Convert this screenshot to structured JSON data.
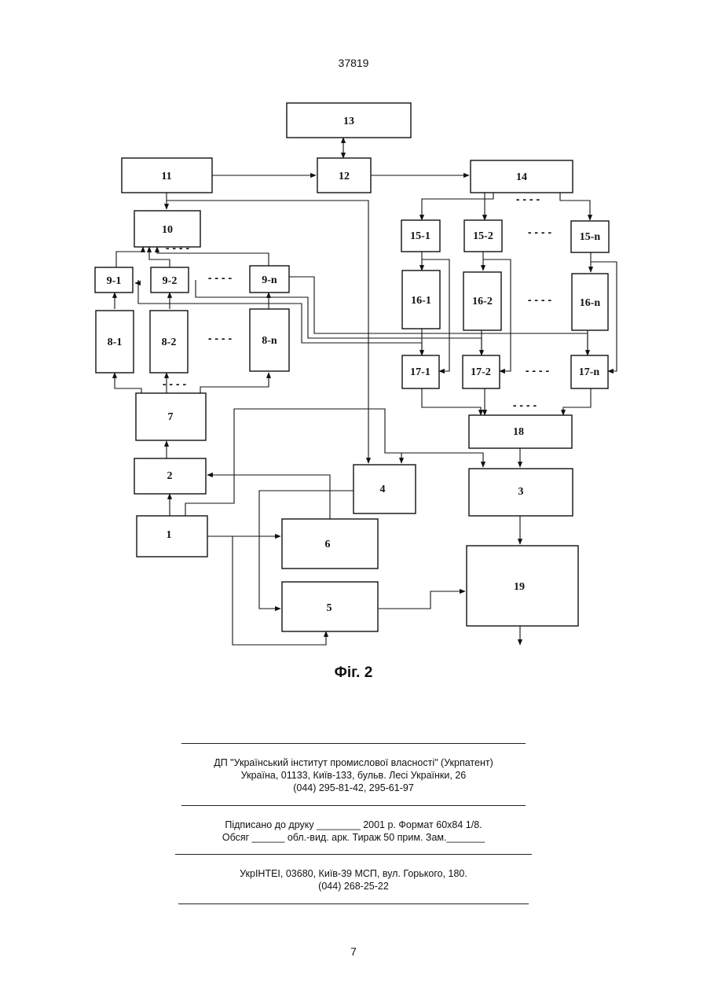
{
  "page": {
    "doc_number": "37819",
    "page_number": "7"
  },
  "figure": {
    "caption": "Фіг. 2",
    "blocks": {
      "b1": "1",
      "b2": "2",
      "b3": "3",
      "b4": "4",
      "b5": "5",
      "b6": "6",
      "b7": "7",
      "b8_1": "8-1",
      "b8_2": "8-2",
      "b8_n": "8-n",
      "b9_1": "9-1",
      "b9_2": "9-2",
      "b9_n": "9-n",
      "b10": "10",
      "b11": "11",
      "b12": "12",
      "b13": "13",
      "b14": "14",
      "b15_1": "15-1",
      "b15_2": "15-2",
      "b15_n": "15-n",
      "b16_1": "16-1",
      "b16_2": "16-2",
      "b16_n": "16-n",
      "b17_1": "17-1",
      "b17_2": "17-2",
      "b17_n": "17-n",
      "b18": "18",
      "b19": "19"
    },
    "ellipsis": "- - - -"
  },
  "footer": {
    "publisher_line1": "ДП \"Український інститут промислової власності\" (Укрпатент)",
    "publisher_line2": "Україна, 01133, Київ-133, бульв. Лесі Українки, 26",
    "publisher_line3": "(044) 295-81-42, 295-61-97",
    "print_line1": "Підписано до друку ________ 2001 р.    Формат 60х84 1/8.",
    "print_line2": "Обсяг ______ обл.-вид. арк.   Тираж 50 прим.    Зам._______",
    "printer_line1": "УкрІНТЕІ, 03680, Київ-39 МСП, вул. Горького, 180.",
    "printer_line2": "(044) 268-25-22"
  }
}
